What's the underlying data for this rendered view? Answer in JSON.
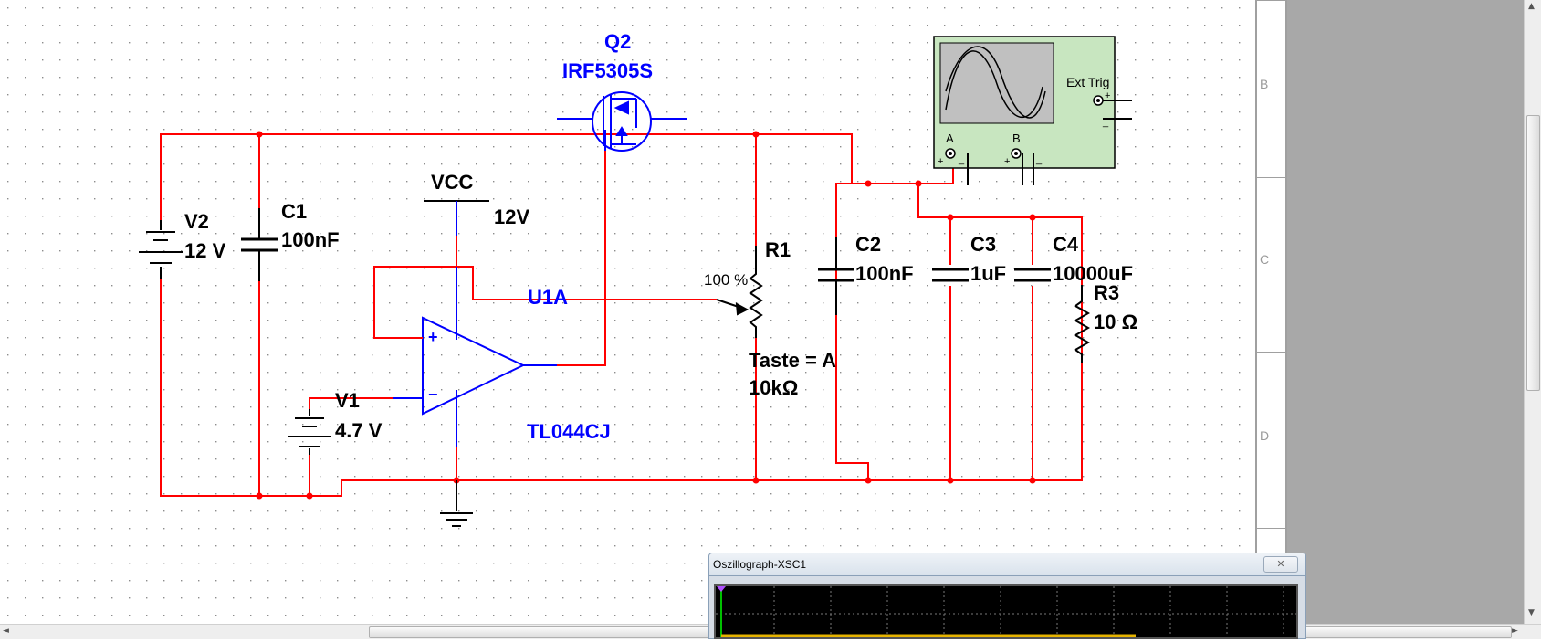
{
  "components": {
    "q2": {
      "ref": "Q2",
      "part": "IRF5305S"
    },
    "v2": {
      "ref": "V2",
      "value": "12 V"
    },
    "c1": {
      "ref": "C1",
      "value": "100nF"
    },
    "vcc": {
      "ref": "VCC",
      "value": "12V"
    },
    "u1a": {
      "ref": "U1A",
      "part": "TL044CJ",
      "plus": "+",
      "minus": "−"
    },
    "v1": {
      "ref": "V1",
      "value": "4.7 V"
    },
    "r1": {
      "ref": "R1",
      "percent": "100 %",
      "key": "Taste = A",
      "value": "10kΩ"
    },
    "c2": {
      "ref": "C2",
      "value": "100nF"
    },
    "c3": {
      "ref": "C3",
      "value": "1uF"
    },
    "c4": {
      "ref": "C4",
      "value": "10000uF"
    },
    "r3": {
      "ref": "R3",
      "value": "10 Ω"
    }
  },
  "oscilloscope_symbol": {
    "ext_trig": "Ext Trig",
    "channel_a": "A",
    "channel_b": "B",
    "plus": "+",
    "minus": "_"
  },
  "border_zones": [
    "B",
    "C",
    "D"
  ],
  "oscillograph_window": {
    "title": "Oszillograph-XSC1",
    "close_glyph": "✕"
  },
  "colors": {
    "wire": "#ff0000",
    "blue_component": "#0000ff",
    "black_component": "#000000",
    "scope_panel": "#c8e6c0",
    "grid_dot": "#9a9a9a",
    "trace": "#e6b400"
  },
  "scrollbars": {
    "left_arrow": "◄",
    "right_arrow": "►",
    "up_arrow": "▲",
    "down_arrow": "▼"
  }
}
